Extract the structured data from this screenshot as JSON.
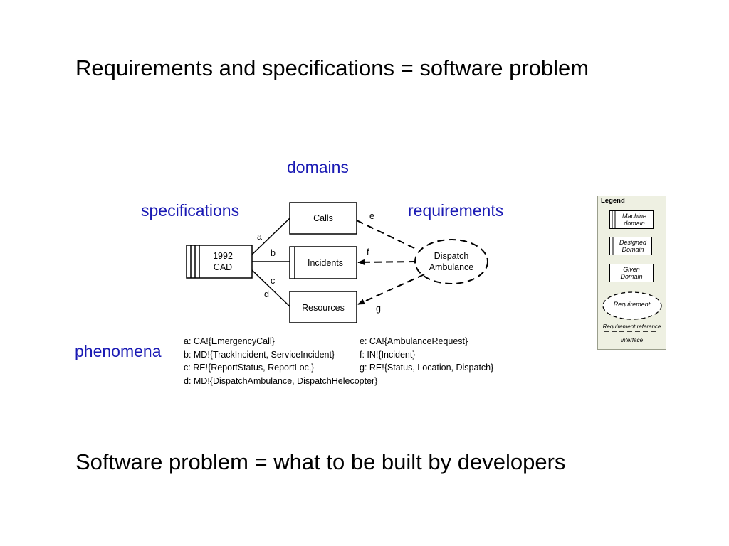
{
  "slide": {
    "title": "Requirements and specifications = software problem",
    "bottom_text": "Software problem = what to be built by developers",
    "accent_color": "#1a1ab4"
  },
  "labels": {
    "domains": "domains",
    "specifications": "specifications",
    "requirements": "requirements",
    "phenomena": "phenomena"
  },
  "diagram": {
    "machine_line1": "1992",
    "machine_line2": "CAD",
    "calls": "Calls",
    "incidents": "Incidents",
    "resources": "Resources",
    "requirement_line1": "Dispatch",
    "requirement_line2": "Ambulance",
    "iface": {
      "a": "a",
      "b": "b",
      "c": "c",
      "d": "d",
      "e": "e",
      "f": "f",
      "g": "g"
    }
  },
  "phenomena": {
    "left": [
      "a: CA!{EmergencyCall}",
      "b: MD!{TrackIncident, ServiceIncident}",
      "c: RE!{ReportStatus, ReportLoc,}",
      "d: MD!{DispatchAmbulance, DispatchHelecopter}"
    ],
    "right": [
      "e: CA!{AmbulanceRequest}",
      "f: IN!{Incident}",
      "g: RE!{Status, Location, Dispatch}"
    ]
  },
  "legend": {
    "title": "Legend",
    "machine_line1": "Machine",
    "machine_line2": "domain",
    "designed_line1": "Designed",
    "designed_line2": "Domain",
    "given_line1": "Given",
    "given_line2": "Domain",
    "requirement": "Requirement",
    "requirement_reference": "Requirement reference",
    "interface": "Interface"
  }
}
